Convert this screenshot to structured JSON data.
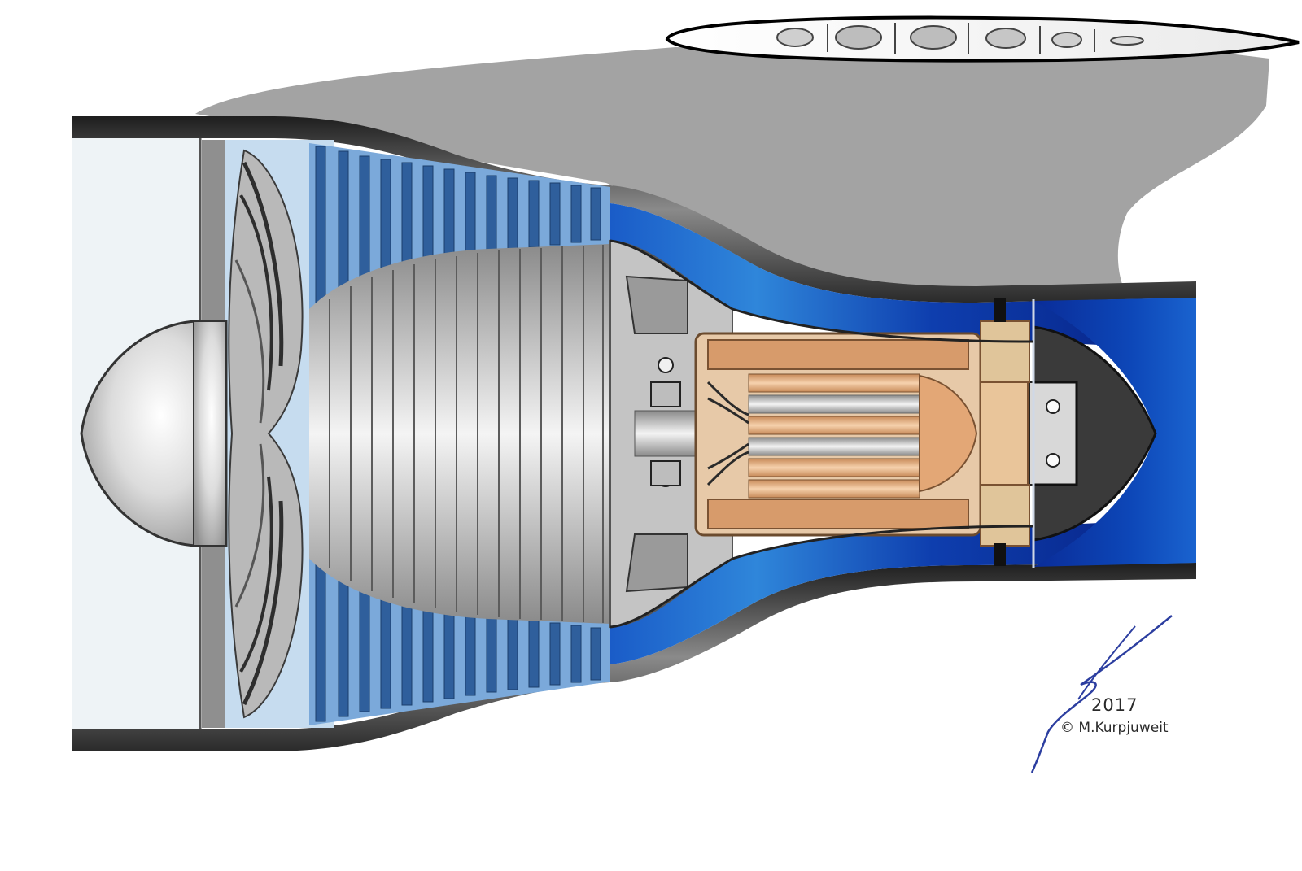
{
  "figure": {
    "subject": "jet-engine-cross-section",
    "colors": {
      "pylon": "#a3a3a3",
      "nacelle_shell": "#4a4a4a",
      "intake_air": "#eef3f6",
      "fan_duct": "#c6dcef",
      "compressor_blue": "#5a8fcc",
      "bypass_blue": "#0d3fa8",
      "bypass_light": "#2f7fd6",
      "turbine_dark": "#3a3a3a",
      "motor_copper": "#e0a878",
      "spinner_light": "#f2f2f2"
    },
    "signature": {
      "year": "2017",
      "credit": "© M.Kurpjuweit"
    }
  }
}
